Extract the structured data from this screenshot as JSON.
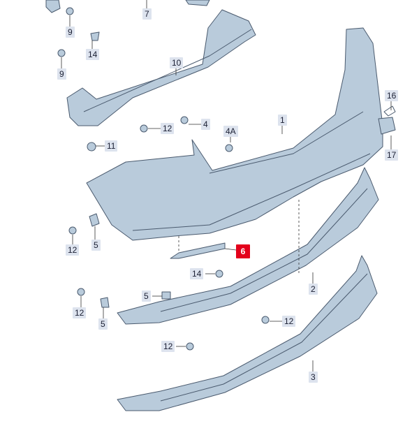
{
  "diagram": {
    "title": "",
    "callouts": [
      {
        "id": "c7",
        "text": "7",
        "highlight": false
      },
      {
        "id": "c9a",
        "text": "9",
        "highlight": false
      },
      {
        "id": "c9b",
        "text": "9",
        "highlight": false
      },
      {
        "id": "c14a",
        "text": "14",
        "highlight": false
      },
      {
        "id": "c10",
        "text": "10",
        "highlight": false
      },
      {
        "id": "c16",
        "text": "16",
        "highlight": false
      },
      {
        "id": "c1",
        "text": "1",
        "highlight": false
      },
      {
        "id": "c4",
        "text": "4",
        "highlight": false
      },
      {
        "id": "c12a",
        "text": "12",
        "highlight": false
      },
      {
        "id": "c4A",
        "text": "4A",
        "highlight": false
      },
      {
        "id": "c11",
        "text": "11",
        "highlight": false
      },
      {
        "id": "c17",
        "text": "17",
        "highlight": false
      },
      {
        "id": "c12b",
        "text": "12",
        "highlight": false
      },
      {
        "id": "c5a",
        "text": "5",
        "highlight": false
      },
      {
        "id": "c6",
        "text": "6",
        "highlight": true
      },
      {
        "id": "c14b",
        "text": "14",
        "highlight": false
      },
      {
        "id": "c2",
        "text": "2",
        "highlight": false
      },
      {
        "id": "c5b",
        "text": "5",
        "highlight": false
      },
      {
        "id": "c12c",
        "text": "12",
        "highlight": false
      },
      {
        "id": "c5c",
        "text": "5",
        "highlight": false
      },
      {
        "id": "c12d",
        "text": "12",
        "highlight": false
      },
      {
        "id": "c12e",
        "text": "12",
        "highlight": false
      },
      {
        "id": "c3",
        "text": "3",
        "highlight": false
      }
    ],
    "colors": {
      "part_fill": "#b9cbdb",
      "part_stroke": "#4a5a6e",
      "label_bg": "#dde3ee",
      "highlight": "#e3001b"
    }
  }
}
